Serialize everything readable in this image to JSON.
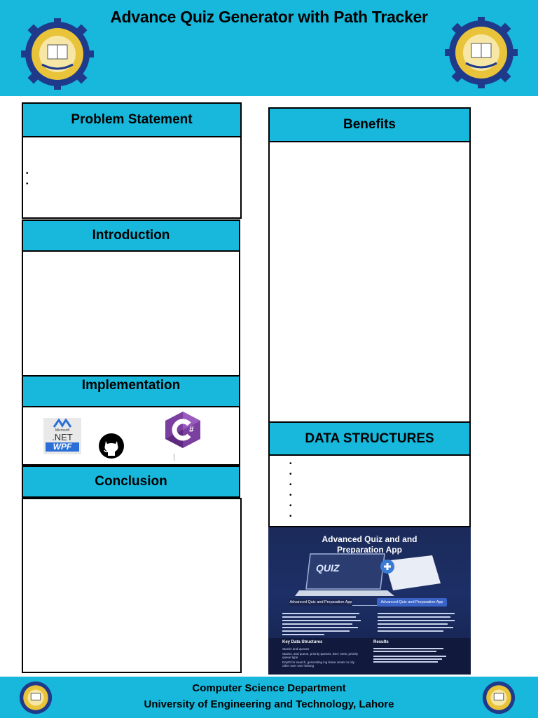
{
  "header": {
    "title": "Advance Quiz Generator with Path Tracker"
  },
  "sections": {
    "problem_statement": "Problem Statement",
    "introduction": "Introduction",
    "implementation": "Implementation",
    "conclusion": "Conclusion",
    "benefits": "Benefits",
    "data_structures": "DATA STRUCTURES"
  },
  "logo_wpf": {
    "line1": "Microsoft",
    "line2": ".NET",
    "line3": "WPF"
  },
  "poster": {
    "title_line1": "Advanced Quiz and and",
    "title_line2": "Preparation App",
    "quiz_word": "QUIZ",
    "tag_left": "Advanced Quiz and Preparation App",
    "tag_right": "Advanced Quiz and Preparation App",
    "key_ds": "Key Data Structures",
    "results": "Results",
    "list_items": [
      "Stacks and queues",
      "Stacks, and queue, priority queues, BST, Gets, priority queue type",
      "Depth for search, generating ing linear center in city other user user belong"
    ]
  },
  "footer": {
    "line1": "Computer Science Department",
    "line2": "University of Engineering and Technology, Lahore"
  },
  "colors": {
    "banner": "#17b8dc",
    "dark_blue": "#1b2a5a",
    "csharp": "#7b3fa0"
  }
}
